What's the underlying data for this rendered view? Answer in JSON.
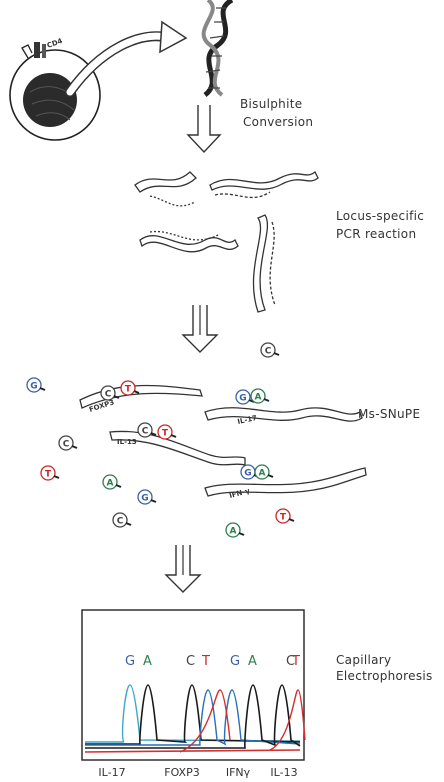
{
  "steps": {
    "cell_marker": "CD4",
    "bisulphite": [
      "Bisulphite",
      "Conversion"
    ],
    "pcr": [
      "Locus-specific",
      "PCR reaction"
    ],
    "snupe": "Ms-SNuPE",
    "electrophoresis": [
      "Capillary",
      "Electrophoresis"
    ]
  },
  "strand_labels": {
    "foxp3": "FOXP3",
    "il17": "IL-17",
    "il13": "IL-13",
    "ifng": "IFN-γ"
  },
  "nucleotides": {
    "g": "G",
    "a": "A",
    "c": "C",
    "t": "T"
  },
  "peak_labels": [
    "G",
    "A",
    "C",
    "T",
    "G",
    "A",
    "C",
    "T"
  ],
  "gene_labels": [
    "IL-17",
    "FOXP3",
    "IFNγ",
    "IL-13"
  ],
  "colors": {
    "g": "#3a5fa8",
    "a": "#2e7d4f",
    "c": "#444444",
    "t": "#c62828",
    "trace_blue": "#2a6fb8",
    "trace_cyan": "#3fa7c9",
    "trace_red": "#d3302f",
    "trace_black": "#1a1a1a"
  }
}
